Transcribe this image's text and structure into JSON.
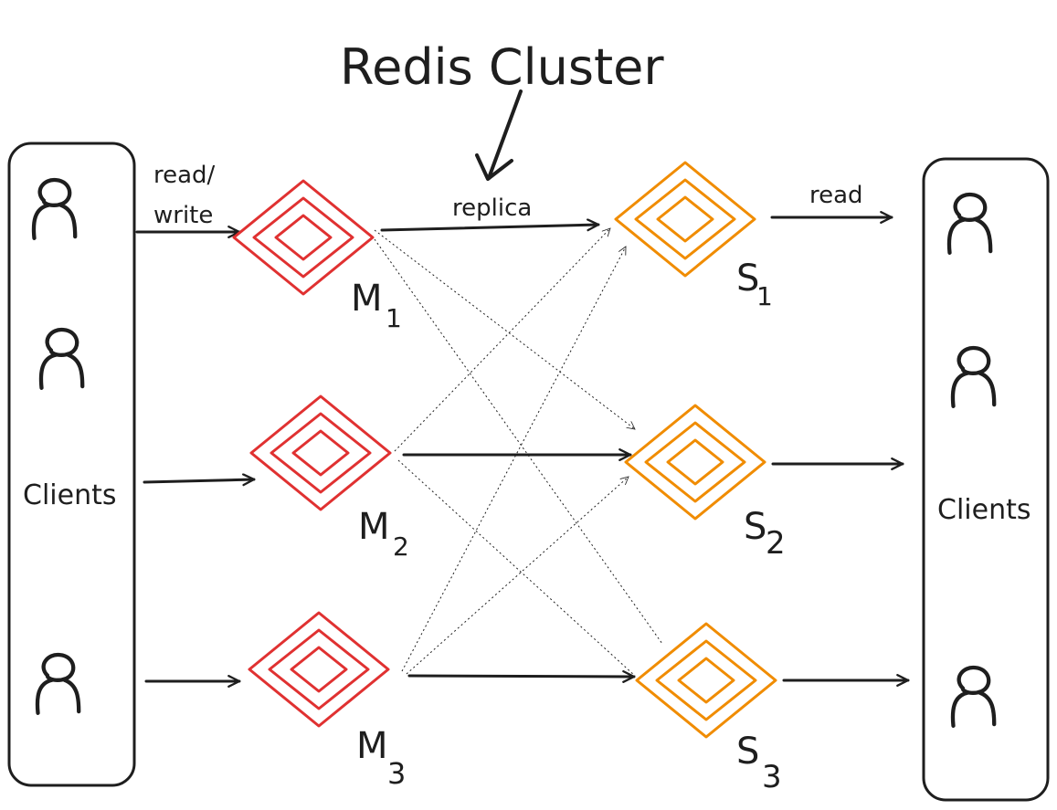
{
  "title": "Redis Cluster",
  "left_clients": {
    "label": "Clients"
  },
  "right_clients": {
    "label": "Clients"
  },
  "edge_labels": {
    "read_write_1": "read/",
    "read_write_2": "write",
    "replica": "replica",
    "read": "read"
  },
  "masters": [
    {
      "label": "M",
      "sub": "1"
    },
    {
      "label": "M",
      "sub": "2"
    },
    {
      "label": "M",
      "sub": "3"
    }
  ],
  "slaves": [
    {
      "label": "S",
      "sub": "1"
    },
    {
      "label": "S",
      "sub": "2"
    },
    {
      "label": "S",
      "sub": "3"
    }
  ],
  "colors": {
    "master": "#e03131",
    "slave": "#f08c00",
    "ink": "#1e1e1e"
  }
}
